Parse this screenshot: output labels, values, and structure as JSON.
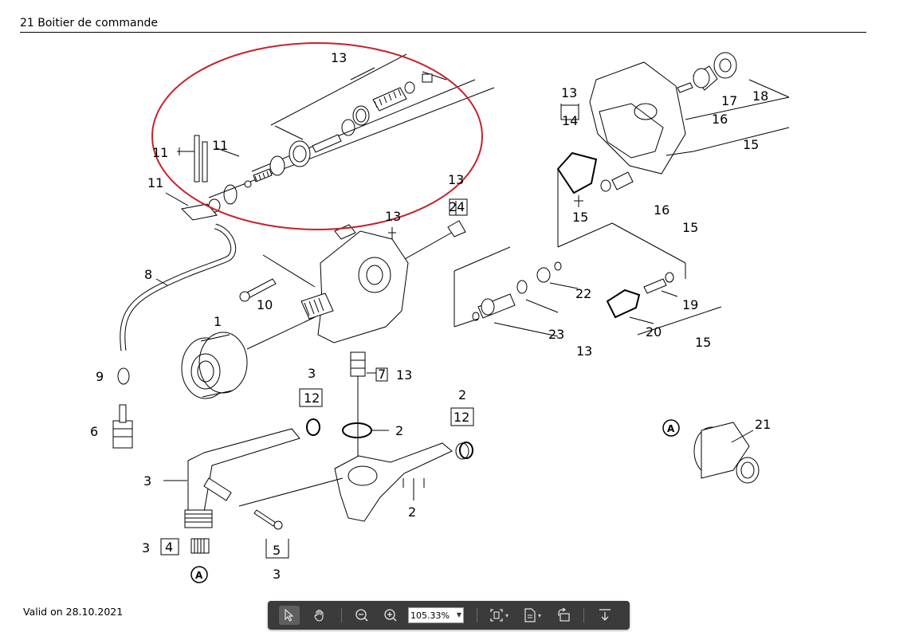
{
  "document": {
    "section_title": "21 Boitier de commande",
    "validity": "Valid on 28.10.2021"
  },
  "diagram": {
    "callouts": {
      "c_13_top": "13",
      "c_11_a": "11",
      "c_11_b": "11",
      "c_11_c": "11",
      "c_13_mid": "13",
      "c_14": "14",
      "c_15_a": "15",
      "c_16_a": "16",
      "c_17": "17",
      "c_18": "18",
      "c_15_b": "15",
      "c_13_24": "13",
      "c_24": "24",
      "c_13_body": "13",
      "c_16_b": "16",
      "c_15_c": "15",
      "c_8": "8",
      "c_10": "10",
      "c_22": "22",
      "c_19": "19",
      "c_20": "20",
      "c_15_d": "15",
      "c_23": "23",
      "c_13_23": "13",
      "c_1": "1",
      "c_3_top": "3",
      "c_12_a": "12",
      "c_7": "7",
      "c_13_7": "13",
      "c_2_top": "2",
      "c_12_b": "12",
      "c_9": "9",
      "c_2_mid": "2",
      "c_6": "6",
      "c_21": "21",
      "c_a_right": "A",
      "c_3_left": "3",
      "c_2_bottom": "2",
      "c_3_4": "3",
      "c_4": "4",
      "c_5": "5",
      "c_3_bottom": "3",
      "c_a_left": "A"
    },
    "highlight_color": "#c8202a"
  },
  "toolbar": {
    "tools": {
      "select": "select-cursor-icon",
      "hand": "hand-pan-icon",
      "zoom_out": "zoom-out-icon",
      "zoom_in": "zoom-in-icon",
      "fit": "fit-page-icon",
      "page_view": "page-view-icon",
      "rotate": "rotate-icon",
      "download": "download-icon"
    },
    "zoom_value": "105.33%"
  }
}
